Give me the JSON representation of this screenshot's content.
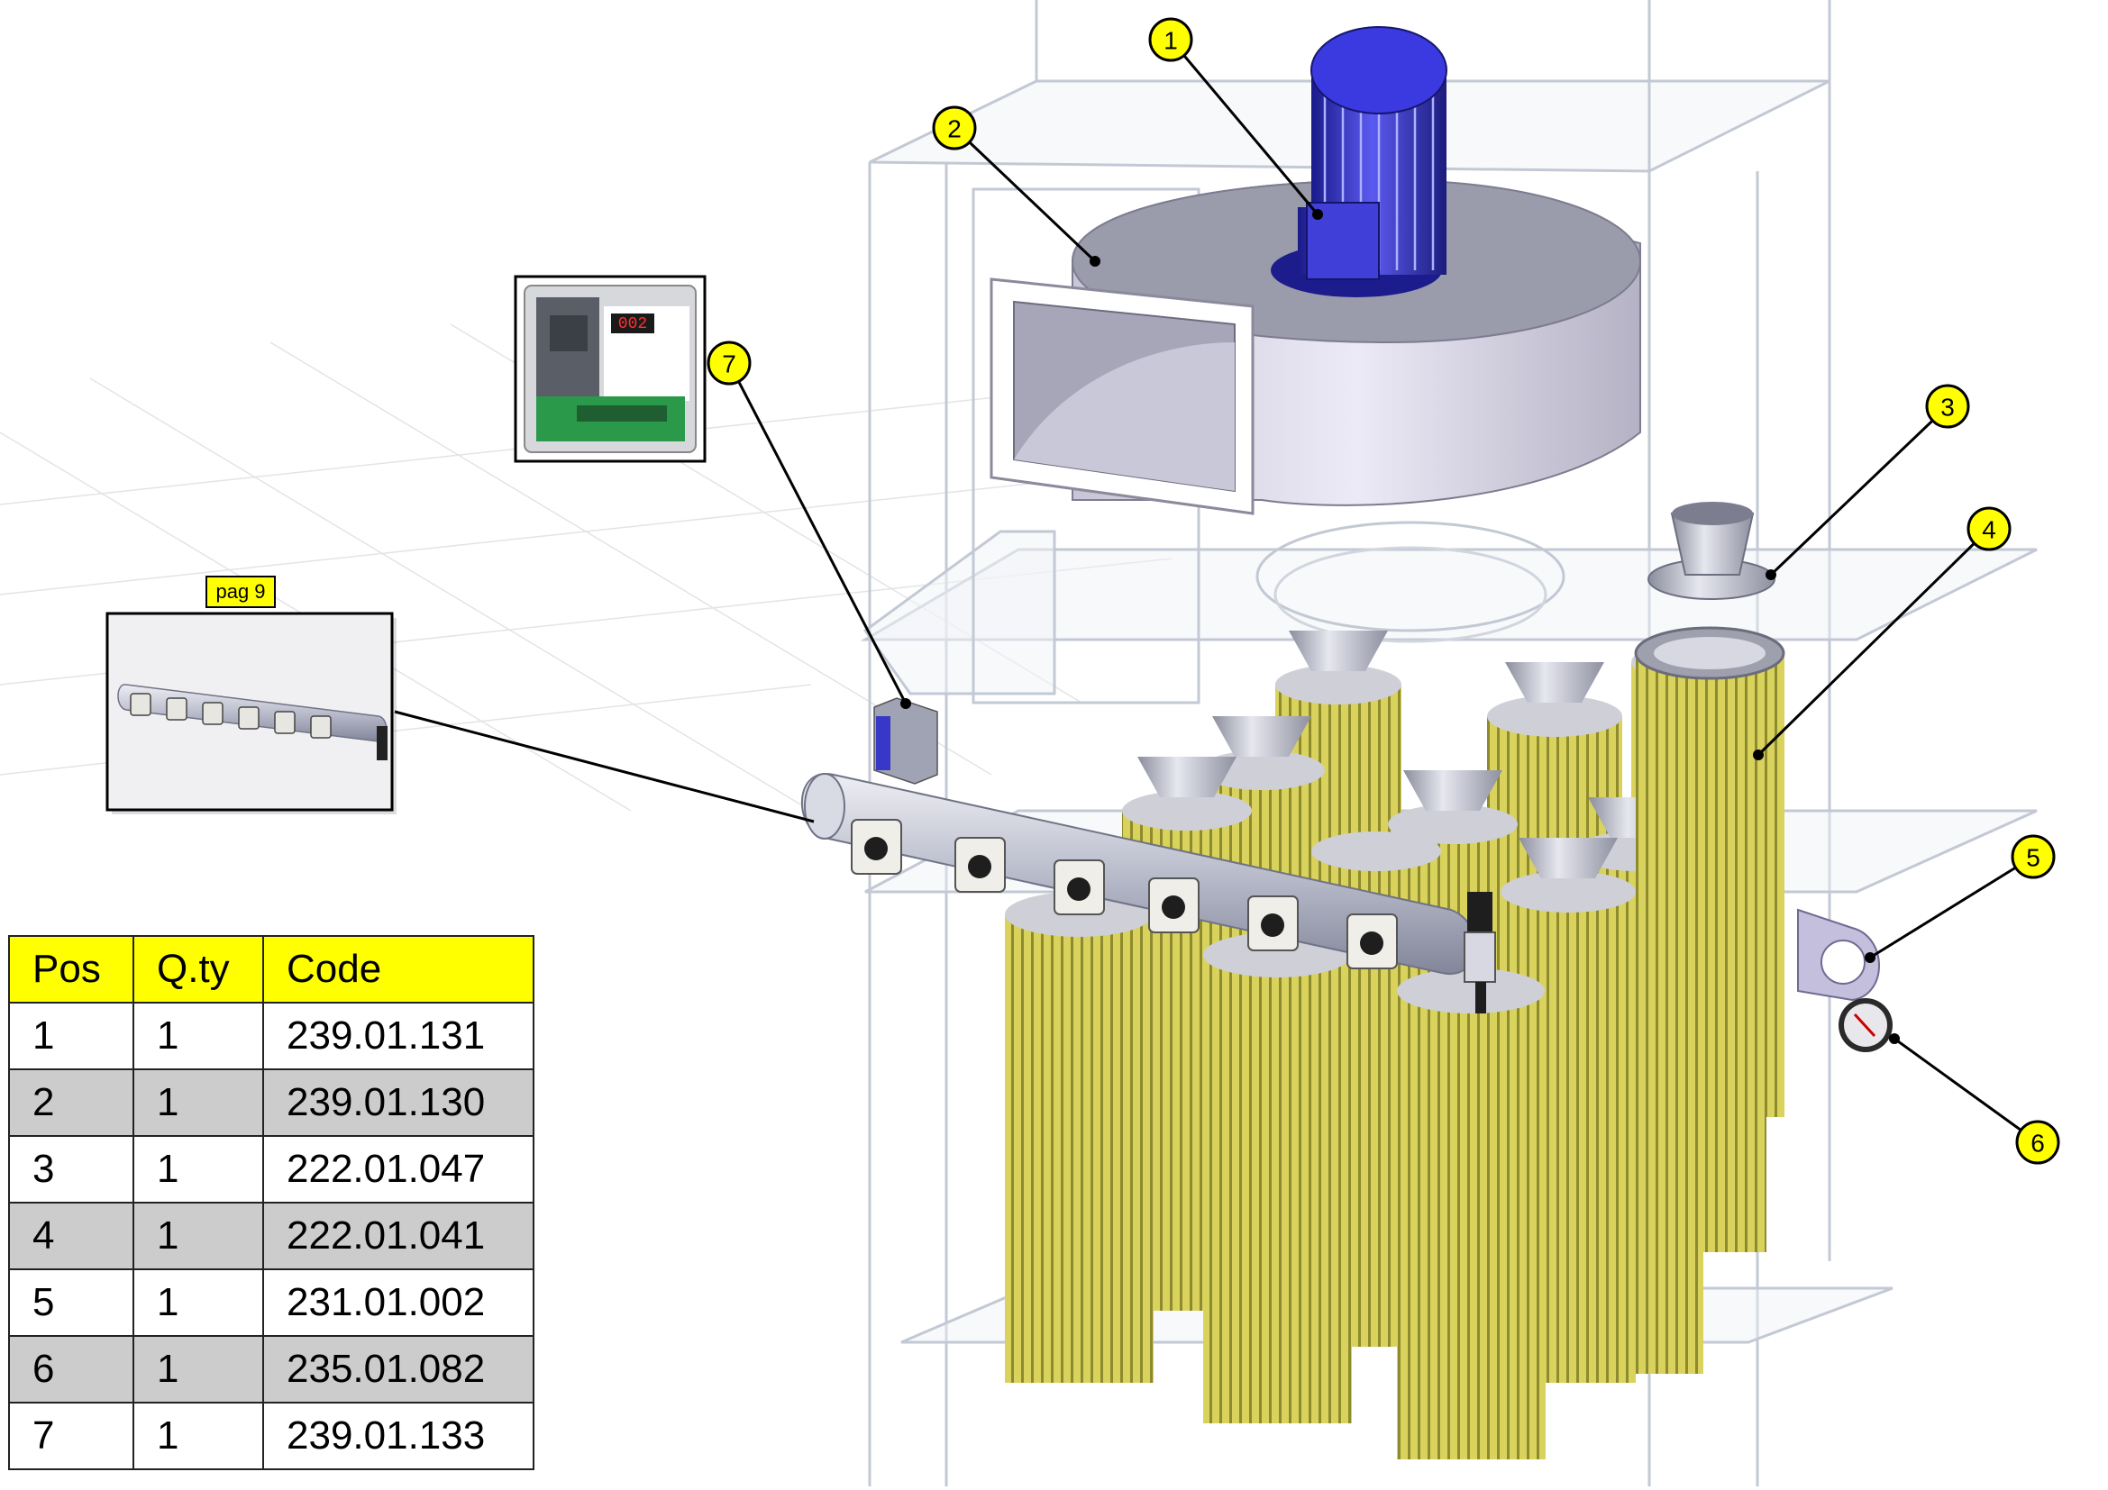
{
  "callouts": [
    {
      "number": "1"
    },
    {
      "number": "2"
    },
    {
      "number": "3"
    },
    {
      "number": "4"
    },
    {
      "number": "5"
    },
    {
      "number": "6"
    },
    {
      "number": "7"
    }
  ],
  "inset_label": "pag 9",
  "controller_display": "002",
  "colors": {
    "callout_fill": "#ffff00",
    "table_header": "#ffff00",
    "table_alt_row": "#cccccc",
    "motor": "#3434d6",
    "filter": "#d8d058"
  },
  "table": {
    "headers": [
      "Pos",
      "Q.ty",
      "Code"
    ],
    "rows": [
      [
        "1",
        "1",
        "239.01.131"
      ],
      [
        "2",
        "1",
        "239.01.130"
      ],
      [
        "3",
        "1",
        "222.01.047"
      ],
      [
        "4",
        "1",
        "222.01.041"
      ],
      [
        "5",
        "1",
        "231.01.002"
      ],
      [
        "6",
        "1",
        "235.01.082"
      ],
      [
        "7",
        "1",
        "239.01.133"
      ]
    ]
  }
}
